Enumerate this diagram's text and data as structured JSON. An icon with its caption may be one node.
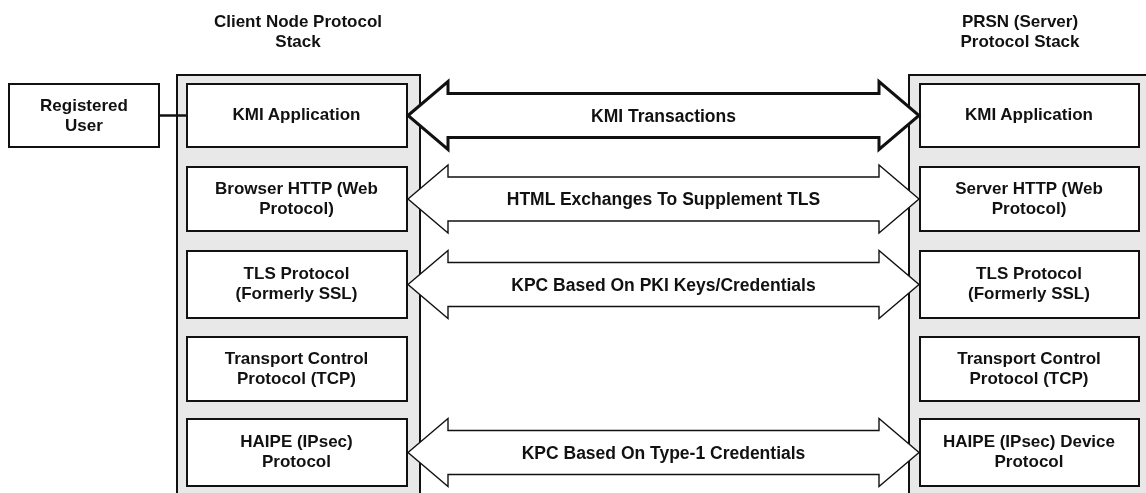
{
  "diagram": {
    "nodes": [
      {
        "text": [
          "Registered User"
        ]
      },
      {
        "text": [
          "Client Node Protocol Stack"
        ]
      },
      {
        "text": [
          "KMI Application"
        ],
        "in": 1
      },
      {
        "text": [
          "Browser HTTP (Web Protocol)"
        ],
        "in": 1
      },
      {
        "text": [
          "TLS Protocol (Formerly SSL)"
        ],
        "in": 1
      },
      {
        "text": [
          "Transport Control Protocol (TCP)"
        ],
        "in": 1
      },
      {
        "text": [
          "HAIPE (IPsec) Protocol"
        ],
        "in": 1
      },
      {
        "text": [
          "PRSN (Server) Protocol Stack"
        ]
      },
      {
        "text": [
          "KMI Application"
        ],
        "in": 7
      },
      {
        "text": [
          "Server HTTP (Web Protocol)"
        ],
        "in": 7
      },
      {
        "text": [
          "TLS Protocol (Formerly SSL)"
        ],
        "in": 7
      },
      {
        "text": [
          "Transport Control Protocol (TCP)"
        ],
        "in": 7
      },
      {
        "text": [
          "HAIPE (IPsec) Device Protocol"
        ],
        "in": 7
      }
    ],
    "edges": [
      {
        "from": 0,
        "to": 2,
        "arrow": "none"
      },
      {
        "from": 2,
        "to": 8,
        "arrow": "both",
        "label": "KMI Transactions",
        "style": "thick"
      },
      {
        "from": 3,
        "to": 9,
        "arrow": "both",
        "label": "HTML Exchanges To Supplement TLS"
      },
      {
        "from": 4,
        "to": 10,
        "arrow": "both",
        "label": "KPC Based On PKI Keys/Credentials"
      },
      {
        "from": 6,
        "to": 12,
        "arrow": "both",
        "label": "KPC Based On Type-1 Credentials"
      }
    ]
  }
}
